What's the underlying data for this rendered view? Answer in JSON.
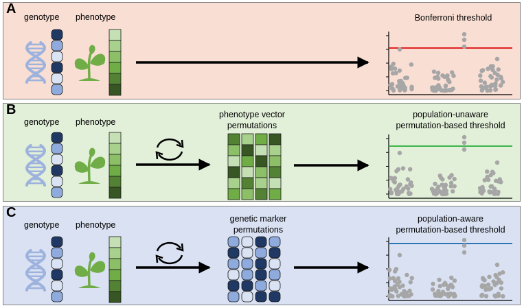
{
  "colors": {
    "panel_a_bg": "#f9ded3",
    "panel_b_bg": "#e2efd9",
    "panel_c_bg": "#d9e1f2",
    "dna": "#9db3dd",
    "plant": "#70ad47",
    "dot": "#a6a6a6",
    "threshold_a": "#e02020",
    "threshold_b": "#3cb54a",
    "threshold_c": "#2e75b6",
    "geno_dark": "#1f3864",
    "geno_mid": "#8faadc",
    "geno_light": "#dae3f3"
  },
  "icons": [
    "dna-icon",
    "plant-icon",
    "cycle-arrows-icon",
    "arrow-right-icon"
  ],
  "panels": [
    {
      "letter": "A",
      "genotype_label": "genotype",
      "phenotype_label": "phenotype",
      "permutation_label_1": "",
      "permutation_label_2": "",
      "threshold_label_1": "",
      "threshold_label_2": "Bonferroni threshold"
    },
    {
      "letter": "B",
      "genotype_label": "genotype",
      "phenotype_label": "phenotype",
      "permutation_label_1": "phenotype vector",
      "permutation_label_2": "permutations",
      "threshold_label_1": "population-unaware",
      "threshold_label_2": "permutation-based threshold"
    },
    {
      "letter": "C",
      "genotype_label": "genotype",
      "phenotype_label": "phenotype",
      "permutation_label_1": "genetic marker",
      "permutation_label_2": "permutations",
      "threshold_label_1": "population-aware",
      "threshold_label_2": "permutation-based threshold"
    }
  ]
}
